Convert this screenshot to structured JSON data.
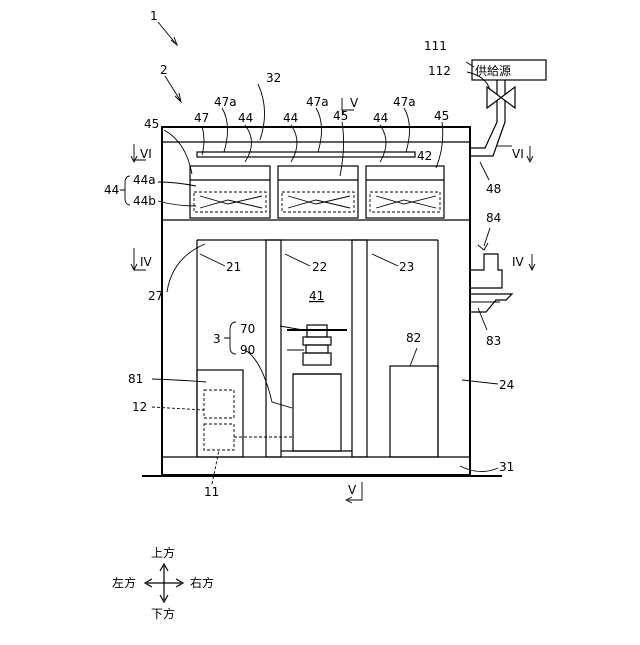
{
  "refs": {
    "r1": "1",
    "r2": "2",
    "r32": "32",
    "r47a_1": "47a",
    "r47a_2": "47a",
    "r47a_3": "47a",
    "r47": "47",
    "r44_1": "44",
    "r44_2": "44",
    "r44_3": "44",
    "r45_left": "45",
    "r45_mid": "45",
    "r45_right": "45",
    "r42": "42",
    "r44_group": "44",
    "r44a": "44a",
    "r44b": "44b",
    "r111": "111",
    "r112": "112",
    "r48": "48",
    "r84": "84",
    "r21": "21",
    "r22": "22",
    "r23": "23",
    "r27": "27",
    "r41": "41",
    "r3": "3",
    "r70": "70",
    "r90": "90",
    "r82": "82",
    "r83": "83",
    "r81": "81",
    "r24": "24",
    "r12": "12",
    "r11": "11",
    "r31": "31"
  },
  "sections": {
    "v_top": "V",
    "v_bottom": "V",
    "vi_left": "VI",
    "vi_right": "VI",
    "iv_left": "IV",
    "iv_right": "IV"
  },
  "supply_label": "供給源",
  "directions": {
    "up": "上方",
    "down": "下方",
    "left": "左方",
    "right": "右方"
  }
}
